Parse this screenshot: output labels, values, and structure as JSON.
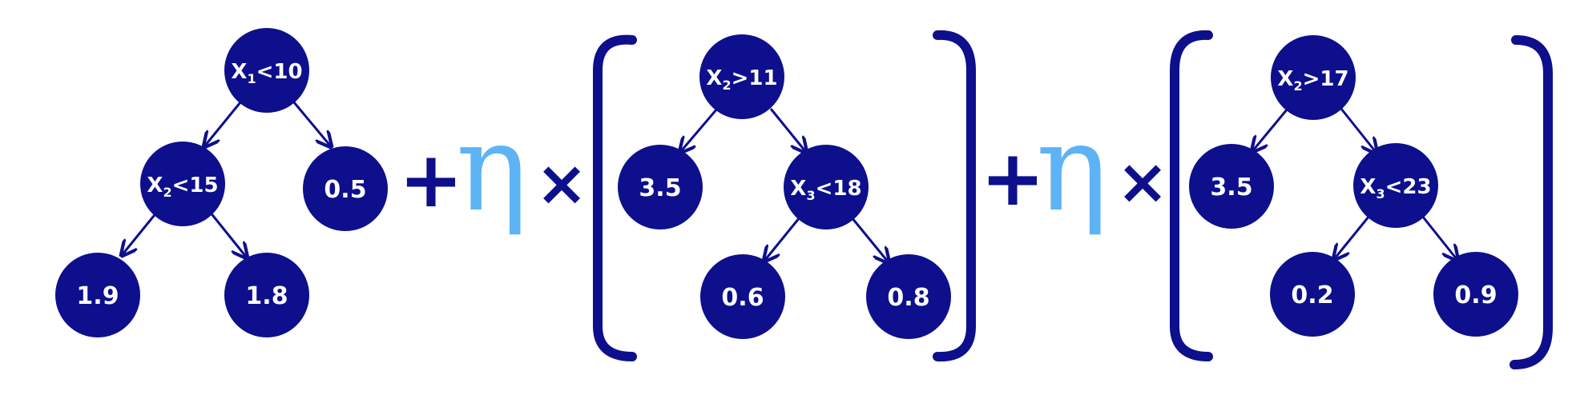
{
  "colors": {
    "node": "#0d0f8c",
    "node_text": "#ffffff",
    "edge": "#0d0f8c",
    "operator": "#0d0f8c",
    "eta": "#5eb3f5",
    "bracket": "#0d0f8c"
  },
  "operators": {
    "plus": "+",
    "eta": "η",
    "times": "×"
  },
  "trees": [
    {
      "root": {
        "label": "X",
        "sub": "1",
        "rest": "<10"
      },
      "left": {
        "label": "X",
        "sub": "2",
        "rest": "<15"
      },
      "right": {
        "label": "0.5"
      },
      "left_left": {
        "label": "1.9"
      },
      "left_right": {
        "label": "1.8"
      }
    },
    {
      "root": {
        "label": "X",
        "sub": "2",
        "rest": ">11"
      },
      "left": {
        "label": "3.5"
      },
      "right": {
        "label": "X",
        "sub": "3",
        "rest": "<18"
      },
      "right_left": {
        "label": "0.6"
      },
      "right_right": {
        "label": "0.8"
      }
    },
    {
      "root": {
        "label": "X",
        "sub": "2",
        "rest": ">17"
      },
      "left": {
        "label": "3.5"
      },
      "right": {
        "label": "X",
        "sub": "3",
        "rest": "<23"
      },
      "right_left": {
        "label": "0.2"
      },
      "right_right": {
        "label": "0.9"
      }
    }
  ]
}
